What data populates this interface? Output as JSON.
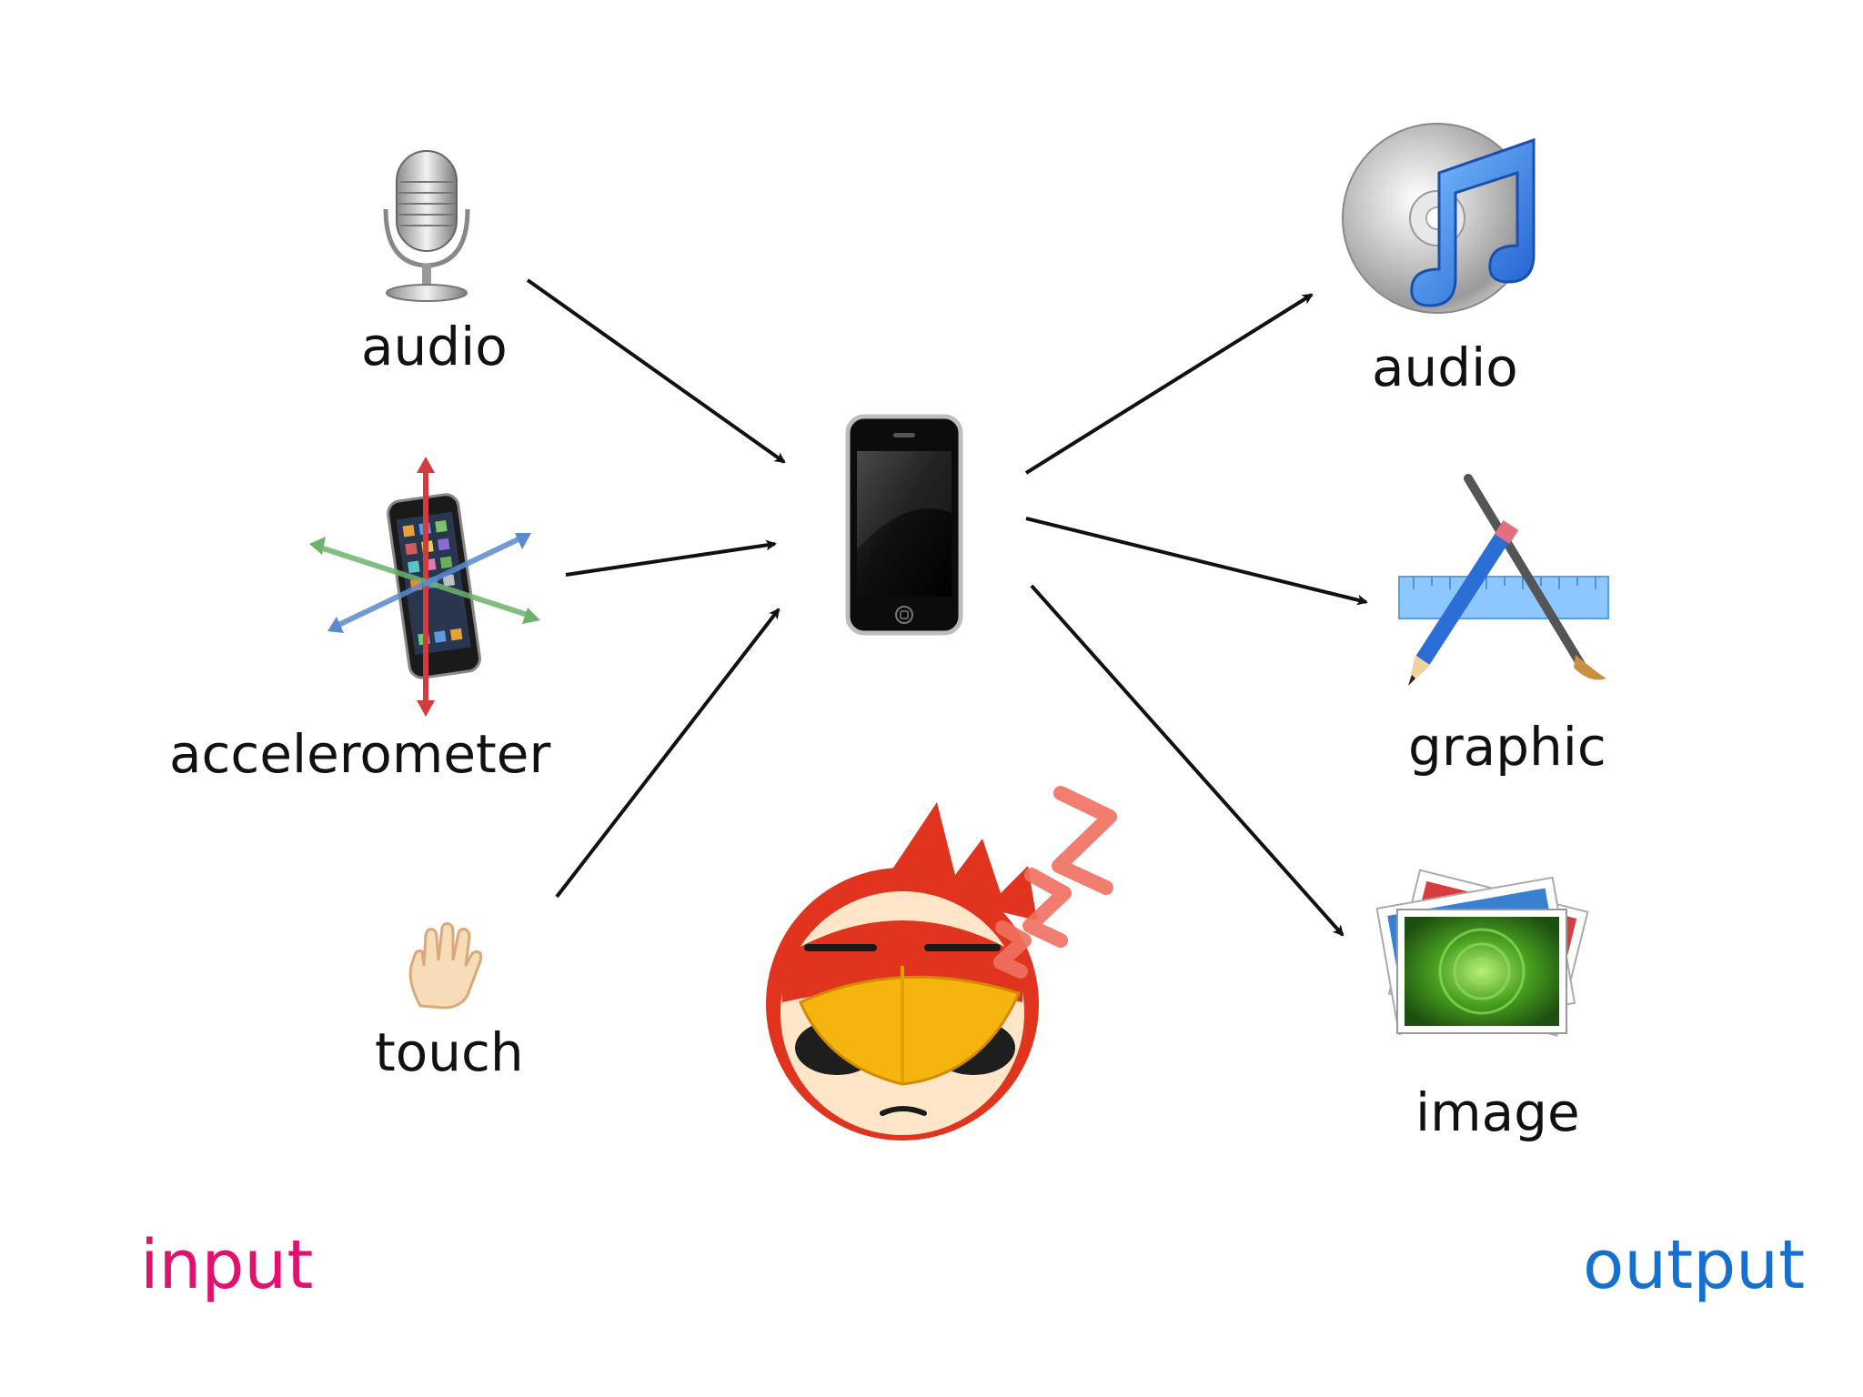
{
  "diagram": {
    "inputs": {
      "audio_label": "audio",
      "accelerometer_label": "accelerometer",
      "touch_label": "touch"
    },
    "outputs": {
      "audio_label": "audio",
      "graphic_label": "graphic",
      "image_label": "image"
    },
    "input_heading": "input",
    "output_heading": "output",
    "colors": {
      "input_heading": "#e0126e",
      "output_heading": "#1670d0",
      "arrow": "#111111",
      "text": "#111111"
    },
    "icons": {
      "input_audio": "microphone-icon",
      "input_accelerometer": "accelerometer-phone-icon",
      "input_touch": "hand-icon",
      "center": "smartphone-icon",
      "mascot": "sleepy-red-bird-icon",
      "output_audio": "music-cd-icon",
      "output_graphic": "pencil-brush-ruler-icon",
      "output_image": "photo-stack-icon"
    }
  }
}
